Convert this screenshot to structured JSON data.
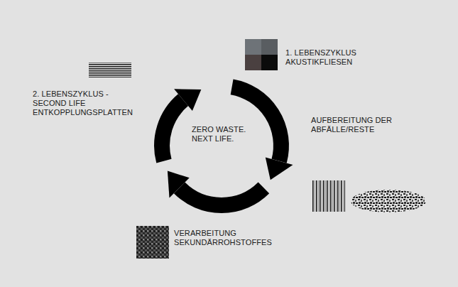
{
  "diagram": {
    "labels": [
      "1. LEBENSZYKLUS AKUSTIKFLIESEN",
      "AUFBEREITUNG DER ABFÄLLE/RESTE",
      "VERARBEITUNG SEKUNDÄRROHSTOFFES",
      "2. LEBENSZYKLUS - SECOND LIFE ENTKOPPLUNGSPLATTEN",
      "ZERO WASTE. NEXT LIFE."
    ]
  }
}
